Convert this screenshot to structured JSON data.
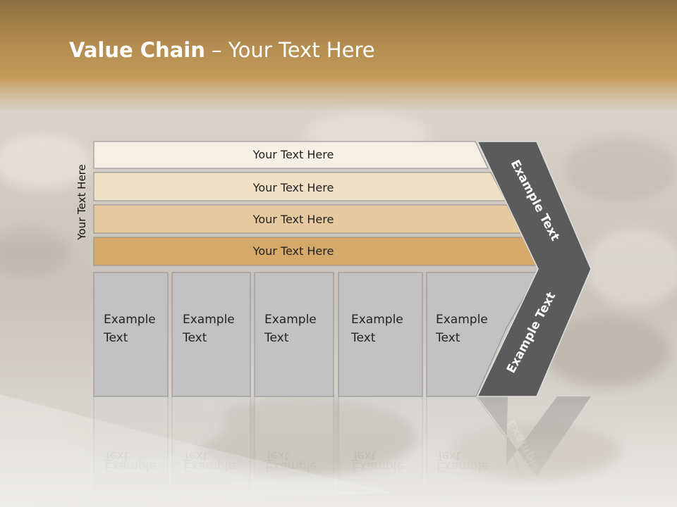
{
  "title": {
    "bold": "Value Chain",
    "rest": " – Your Text Here"
  },
  "side_label": "Your Text Here",
  "bars": [
    "Your Text Here",
    "Your Text Here",
    "Your Text Here",
    "Your Text Here"
  ],
  "boxes": [
    [
      "Example",
      "Text"
    ],
    [
      "Example",
      "Text"
    ],
    [
      "Example",
      "Text"
    ],
    [
      "Example",
      "Text"
    ],
    [
      "Example",
      "Text"
    ]
  ],
  "chevron": {
    "top": "Example Text",
    "bottom": "Example Text"
  },
  "colors": {
    "bar_1": "#f6efe3",
    "bar_2": "#f0e0c5",
    "bar_3": "#e6c99e",
    "bar_4": "#d5a96a",
    "box_fill": "#c2c2c2",
    "chevron_fill": "#5b5b5b"
  }
}
